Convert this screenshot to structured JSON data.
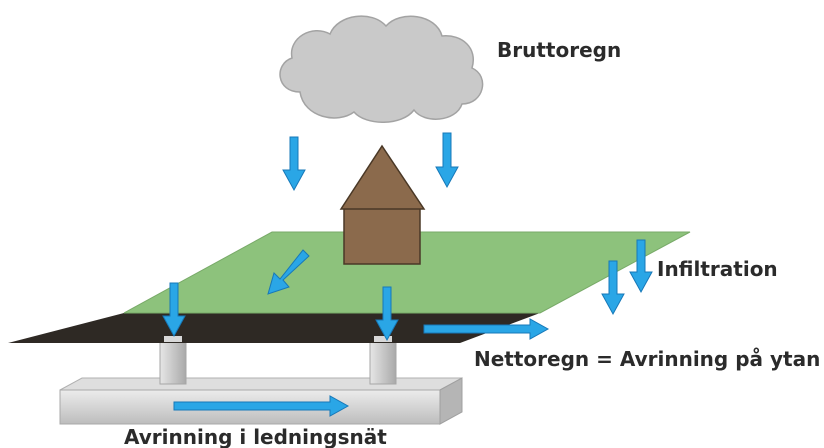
{
  "labels": {
    "gross_rain": "Bruttoregn",
    "infiltration": "Infiltration",
    "net_rain": "Nettoregn = Avrinning på ytan",
    "pipe_runoff": "Avrinning i ledningsnät"
  },
  "colors": {
    "cloud": "#c9c9c9",
    "cloud_stroke": "#9e9e9e",
    "grass": "#8dc27c",
    "grass_stroke": "#6e9e60",
    "asphalt": "#2e2924",
    "house": "#8b6a4c",
    "house_stroke": "#4a3826",
    "pipe_top": "#e2e2e2",
    "pipe_side": "#bcbcbc",
    "arrow": "#2aa6e6",
    "arrow_stroke": "#1778b8",
    "text": "#2b2b2b"
  },
  "icons": [
    "cloud-icon",
    "house-icon",
    "arrow-down-icon",
    "arrow-right-icon"
  ]
}
